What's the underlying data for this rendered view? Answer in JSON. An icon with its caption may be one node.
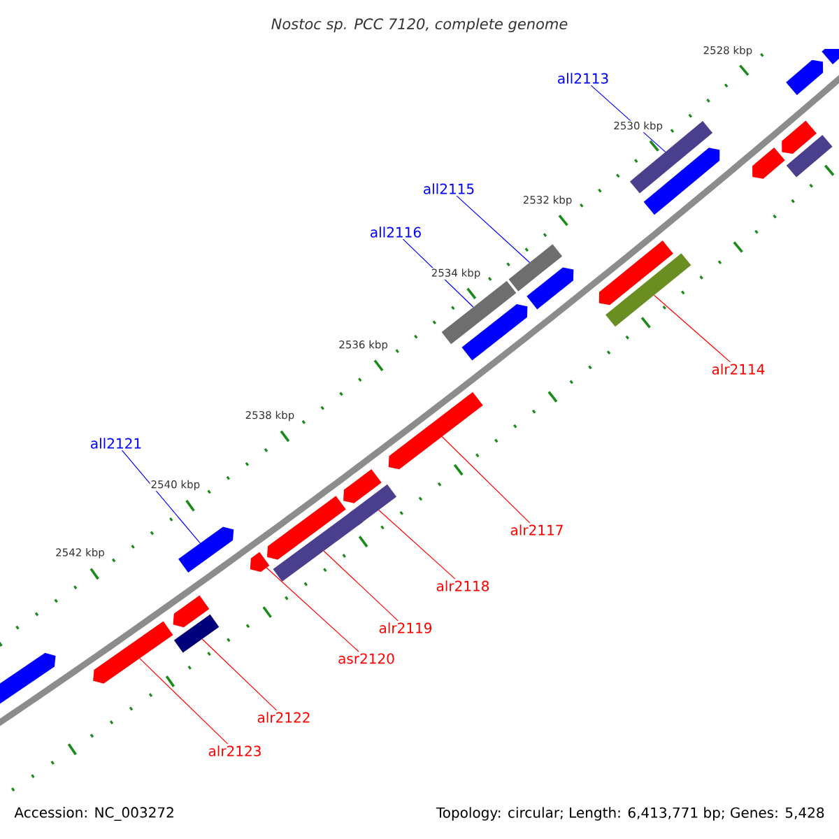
{
  "diagram": {
    "title": "Nostoc sp. PCC 7120, complete genome",
    "nodes": [
      {
        "text": [
          "all2113"
        ]
      },
      {
        "text": [
          "all2115"
        ]
      },
      {
        "text": [
          "all2116"
        ]
      },
      {
        "text": [
          "alr2114"
        ]
      },
      {
        "text": [
          "all2121"
        ]
      },
      {
        "text": [
          "alr2117"
        ]
      },
      {
        "text": [
          "alr2118"
        ]
      },
      {
        "text": [
          "alr2119"
        ]
      },
      {
        "text": [
          "asr2120"
        ]
      },
      {
        "text": [
          "alr2122"
        ]
      },
      {
        "text": [
          "alr2123"
        ]
      },
      {
        "text": [],
        "shape": "pentagon"
      },
      {
        "text": [],
        "shape": "pentagon"
      },
      {
        "text": [],
        "shape": "pentagon"
      },
      {
        "text": [],
        "shape": "bar"
      },
      {
        "text": [],
        "shape": "pentagon"
      },
      {
        "text": [],
        "shape": "pentagon"
      },
      {
        "text": [],
        "shape": "pentagon"
      },
      {
        "text": [],
        "shape": "bar"
      },
      {
        "text": [],
        "shape": "pentagon"
      },
      {
        "text": [],
        "shape": "bar"
      },
      {
        "text": [],
        "shape": "pentagon"
      },
      {
        "text": [],
        "shape": "bar"
      },
      {
        "text": [],
        "shape": "pentagon"
      },
      {
        "text": [],
        "shape": "bar"
      },
      {
        "text": [],
        "shape": "pentagon"
      },
      {
        "text": [],
        "shape": "pentagon"
      },
      {
        "text": [],
        "shape": "bar"
      },
      {
        "text": [],
        "shape": "bar"
      },
      {
        "text": [],
        "shape": "pentagon"
      },
      {
        "text": [],
        "shape": "pentagon"
      },
      {
        "text": [],
        "shape": "pentagon"
      },
      {
        "text": [],
        "shape": "pentagon"
      },
      {
        "text": [],
        "shape": "bar"
      },
      {
        "text": [],
        "shape": "pentagon"
      }
    ],
    "edges": [
      {
        "from": 0,
        "to": 28,
        "arrow": "none",
        "color": "#0000ff"
      },
      {
        "from": 1,
        "to": 24,
        "arrow": "none",
        "color": "#0000ff"
      },
      {
        "from": 2,
        "to": 22,
        "arrow": "none",
        "color": "#0000ff"
      },
      {
        "from": 3,
        "to": 27,
        "arrow": "none"
      },
      {
        "from": 4,
        "to": 15,
        "arrow": "none",
        "color": "#0000ff"
      },
      {
        "from": 5,
        "to": 21,
        "arrow": "none"
      },
      {
        "from": 6,
        "to": 20,
        "arrow": "none"
      },
      {
        "from": 7,
        "to": 18,
        "arrow": "none"
      },
      {
        "from": 8,
        "to": 16,
        "arrow": "none"
      },
      {
        "from": 9,
        "to": 14,
        "arrow": "none"
      },
      {
        "from": 10,
        "to": 12,
        "arrow": "none"
      }
    ],
    "labels": [
      "2528 kbp",
      "2530 kbp",
      "2532 kbp",
      "2534 kbp",
      "2536 kbp",
      "2538 kbp",
      "2540 kbp",
      "2542 kbp",
      "Accession: NC_003272",
      "Topology: circular; Length: 6,413,771 bp; Genes: 5,428"
    ]
  }
}
